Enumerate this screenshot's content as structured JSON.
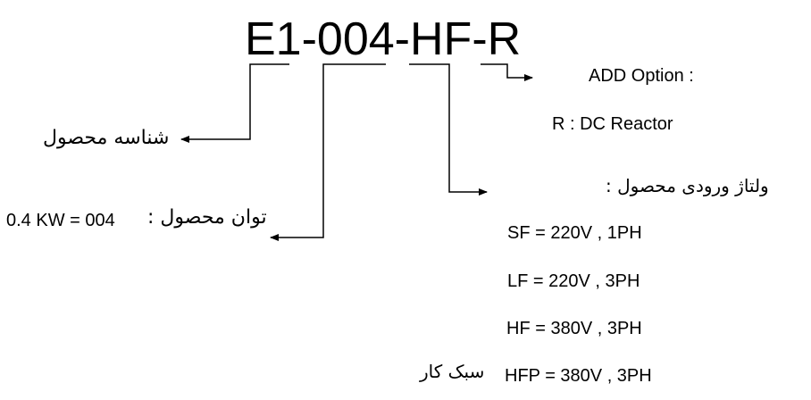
{
  "model_code": "E1-004-HF-R",
  "option": {
    "heading": "ADD Option :",
    "item": "R : DC Reactor"
  },
  "product_id_label": "شناسه محصول",
  "power": {
    "label": "توان محصول :",
    "value": "0.4 KW  =  004"
  },
  "voltage": {
    "heading": "ولتاژ ورودی محصول :",
    "items": [
      "SF = 220V , 1PH",
      "LF = 220V , 3PH",
      "HF = 380V , 3PH",
      "HFP = 380V , 3PH"
    ],
    "light_duty_label": "سبک کار"
  }
}
